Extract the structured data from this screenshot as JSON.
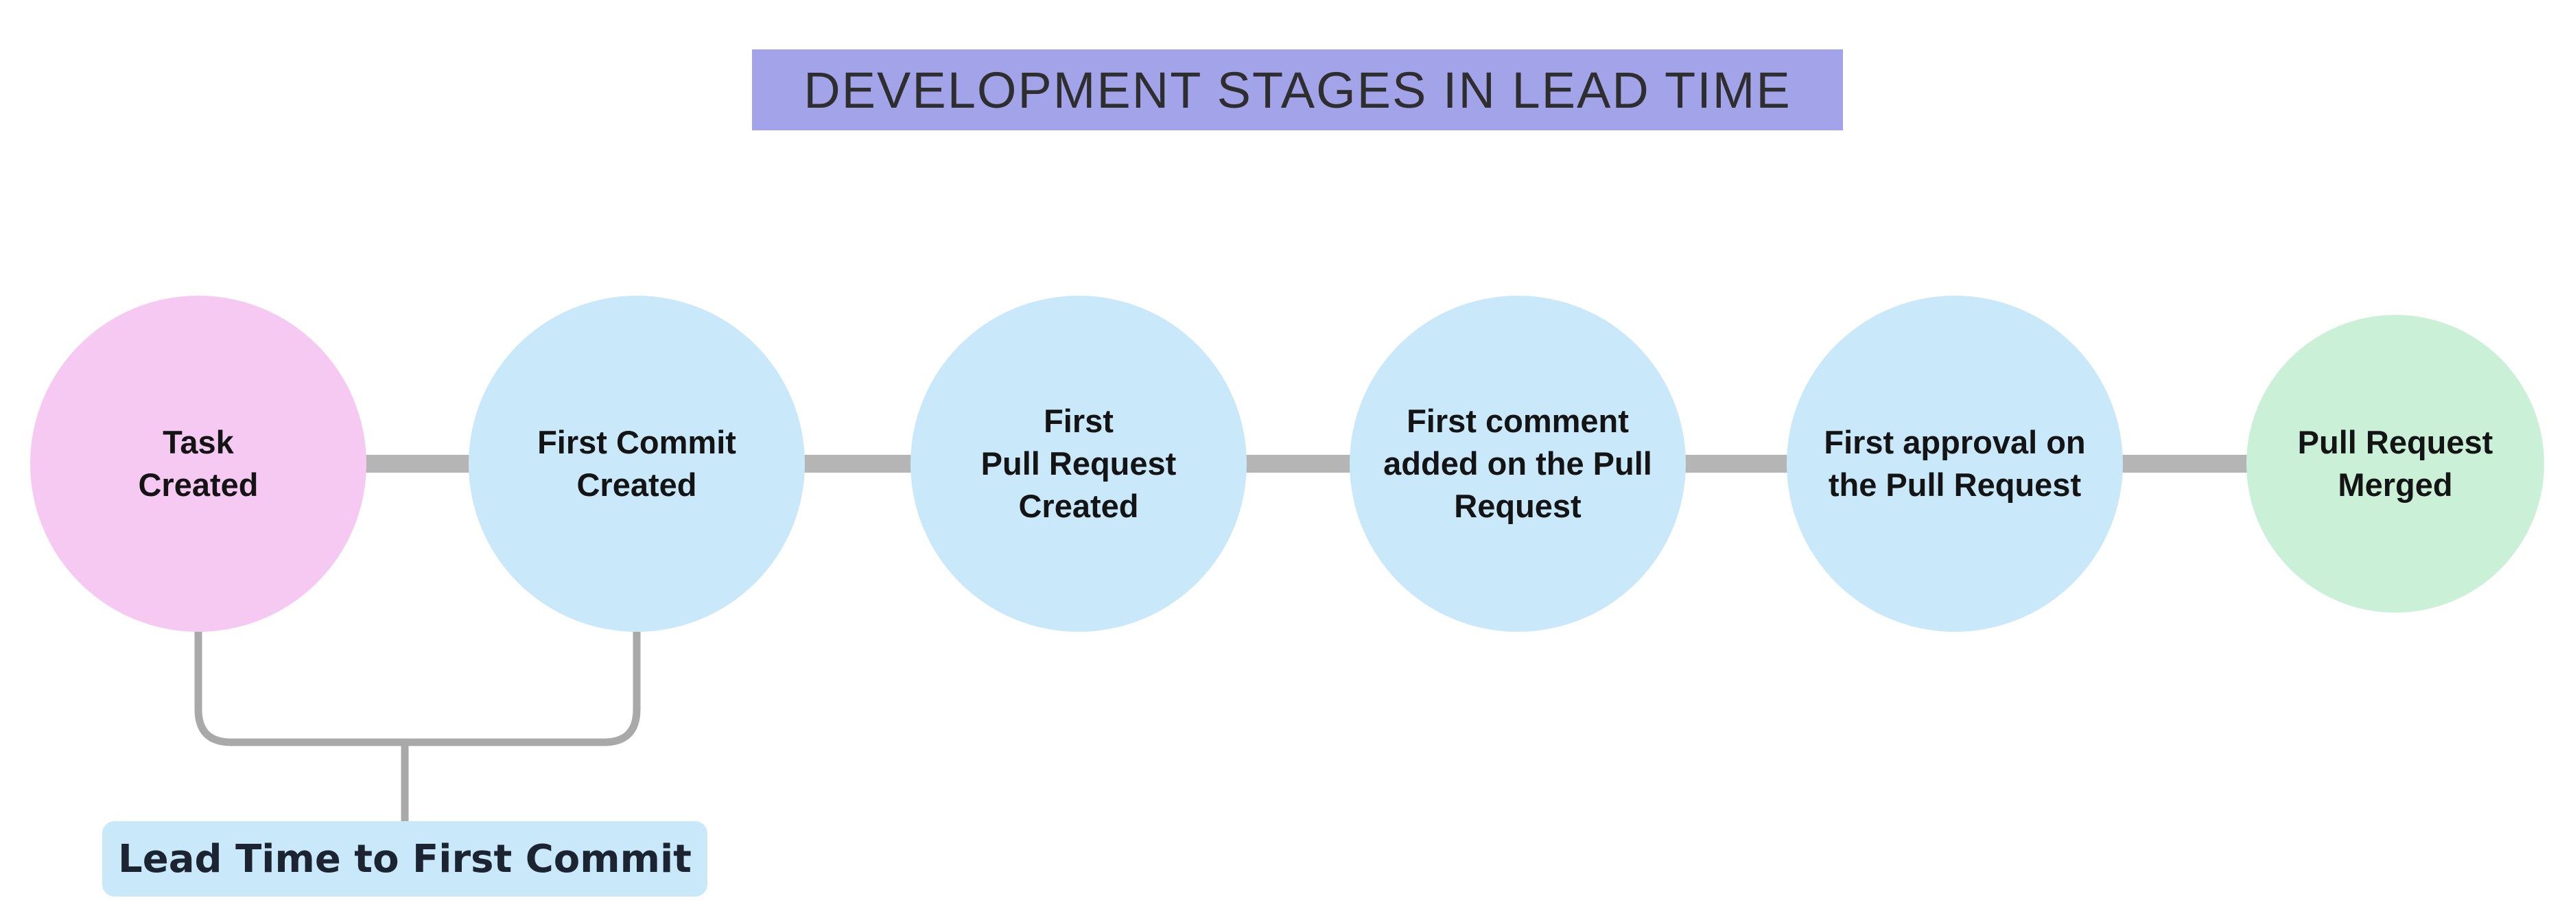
{
  "title": {
    "text": "DEVELOPMENT STAGES IN LEAD TIME",
    "bg": "#a3a3ea"
  },
  "stages": [
    {
      "label": "Task\nCreated",
      "color": "#f6c9f3"
    },
    {
      "label": "First Commit\nCreated",
      "color": "#c9e9fb"
    },
    {
      "label": "First\nPull Request\nCreated",
      "color": "#c9e9fb"
    },
    {
      "label": "First comment\nadded on the Pull\nRequest",
      "color": "#c9e9fb"
    },
    {
      "label": "First approval on\nthe Pull Request",
      "color": "#c9e9fb"
    },
    {
      "label": "Pull Request\nMerged",
      "color": "#caf1d8"
    }
  ],
  "connector": {
    "color": "#b5b5b5"
  },
  "bracket": {
    "color": "#a9a9a9",
    "label": "Lead Time to First Commit",
    "label_bg": "#c9e9fb"
  }
}
